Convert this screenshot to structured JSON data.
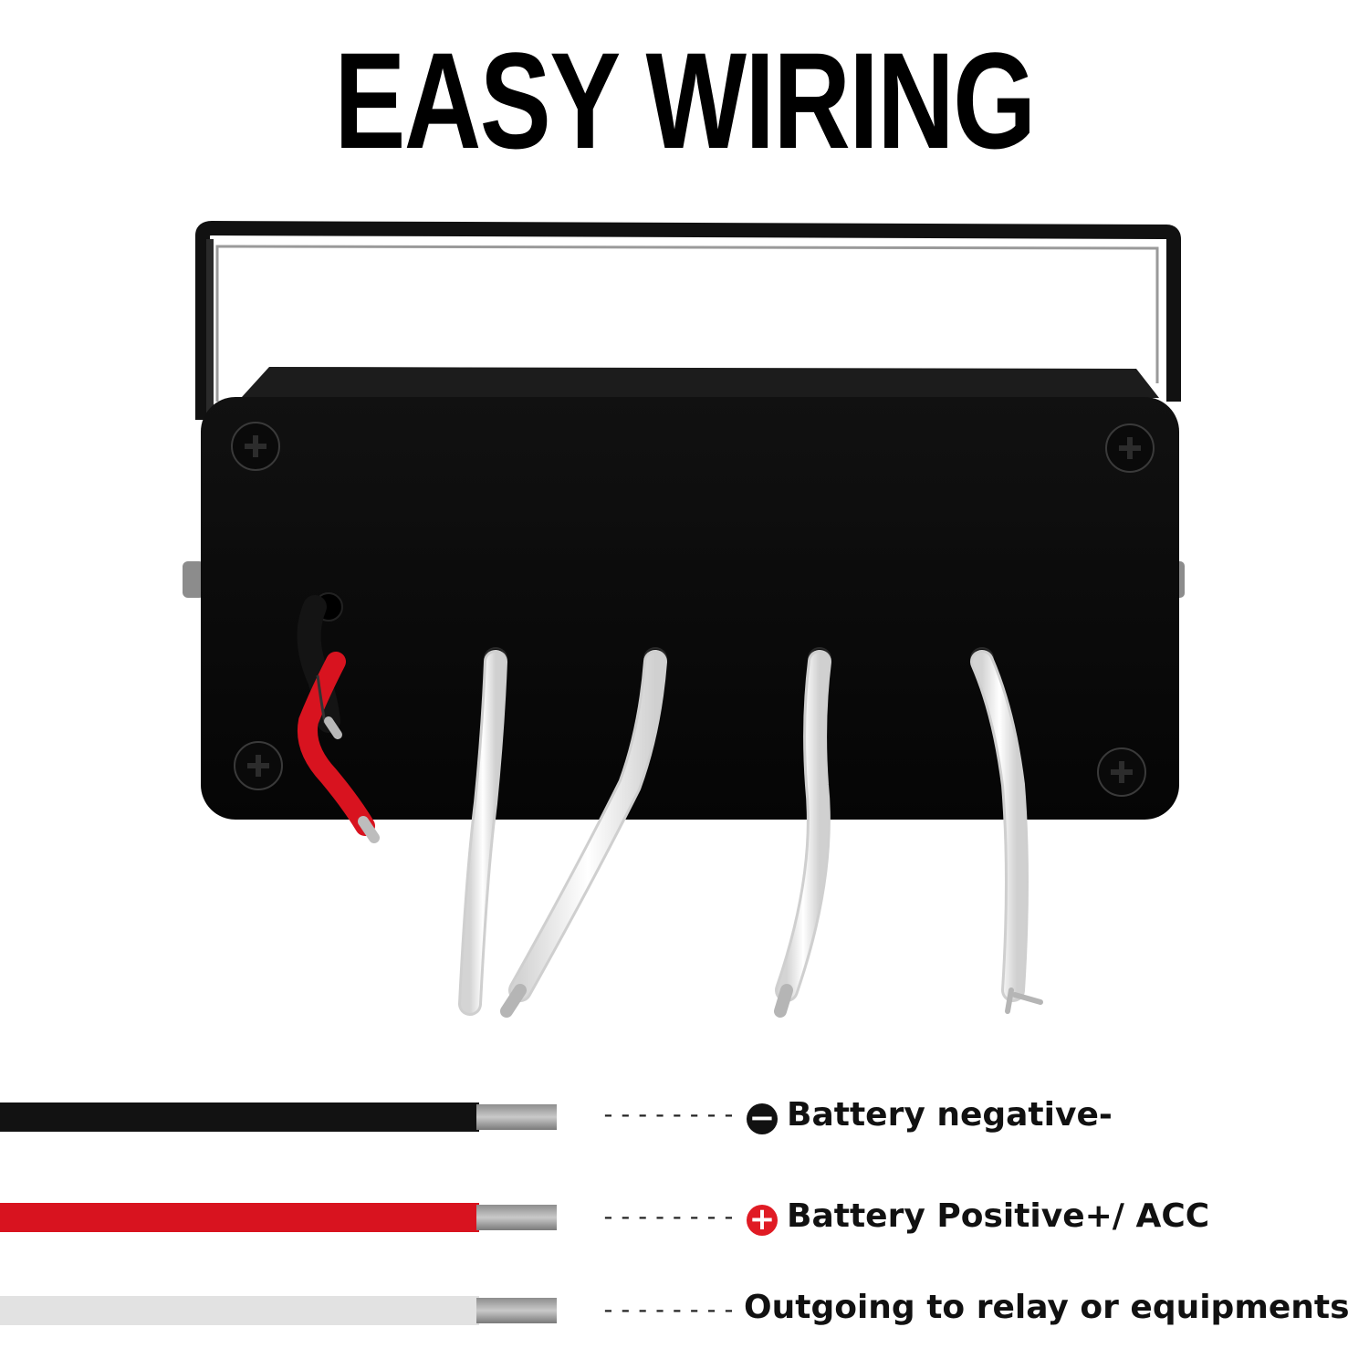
{
  "title": "EASY WIRING",
  "legend": [
    {
      "dashes": "--------",
      "symbol": "−",
      "label": "Battery negative-",
      "wire_color": "#121212",
      "symbol_color": "#111111"
    },
    {
      "dashes": "--------",
      "symbol": "+",
      "label": "Battery Positive+/ ACC",
      "wire_color": "#d8131f",
      "symbol_color": "#e01b24"
    },
    {
      "dashes": "--------",
      "symbol": "",
      "label": "Outgoing to relay or equipments",
      "wire_color": "#e2e2e2",
      "symbol_color": ""
    }
  ],
  "device": {
    "body_color": "#0d0d0d",
    "bracket_color": "#1a1a1a"
  }
}
